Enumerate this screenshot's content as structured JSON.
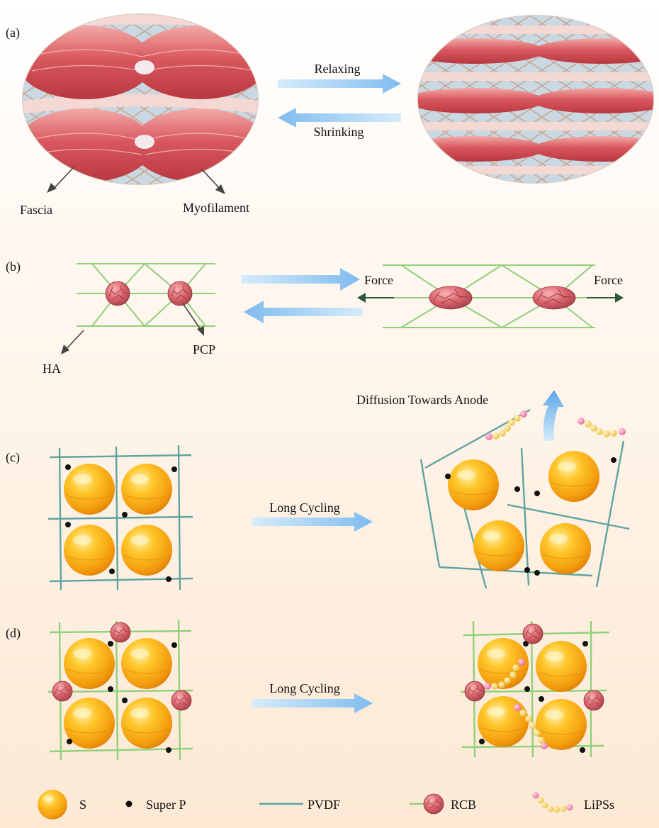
{
  "panel_labels": [
    "(a)",
    "(b)",
    "(c)",
    "(d)"
  ],
  "panel_a": {
    "arrow_forward": "Relaxing",
    "arrow_back": "Shrinking",
    "label_left": "Fascia",
    "label_right": "Myofilament"
  },
  "panel_b": {
    "label_ha": "HA",
    "label_pcp": "PCP",
    "force_left": "Force",
    "force_right": "Force"
  },
  "panel_c": {
    "arrow": "Long Cycling",
    "diffusion": "Diffusion Towards Anode"
  },
  "panel_d": {
    "arrow": "Long Cycling"
  },
  "legend": [
    {
      "symbol": "sulfur-sphere",
      "label": "S"
    },
    {
      "symbol": "black-dot",
      "label": "Super P"
    },
    {
      "symbol": "teal-line",
      "label": "PVDF"
    },
    {
      "symbol": "rcb-particle",
      "label": "RCB"
    },
    {
      "symbol": "lips-chain",
      "label": "LiPSs"
    }
  ],
  "colors": {
    "sulfur": "#f5a50c",
    "rcb": "#c9505a",
    "pvdf": "#5fa3a0",
    "ha_fiber": "#8fd07a",
    "arrow": "#8cc6ef",
    "lips_bead": "#f2cf55",
    "lips_end": "#ec6f9e"
  }
}
